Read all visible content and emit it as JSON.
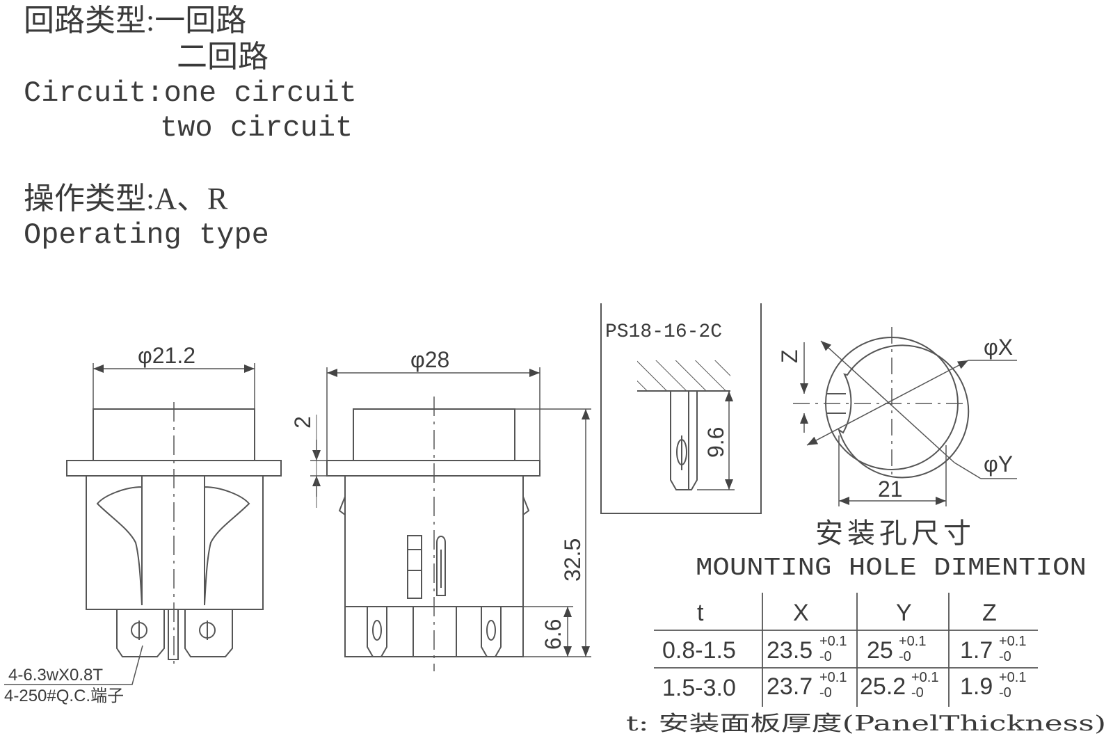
{
  "header": {
    "circuit_type_cn": "回路类型:一回路",
    "circuit_type_cn_2": "二回路",
    "circuit_en": "Circuit:one circuit",
    "circuit_en_2": "two circuit",
    "operating_cn": "操作类型:A、R",
    "operating_en": "Operating type"
  },
  "front_view": {
    "diameter": "φ21.2",
    "terminal_note_1": "4-6.3wX0.8T",
    "terminal_note_2": "4-250#Q.C.端子"
  },
  "side_view": {
    "diameter": "φ28",
    "dim_2": "2",
    "dim_32_5": "32.5",
    "dim_6_6": "6.6"
  },
  "detail_view": {
    "model": "PS18-16-2C",
    "dim_9_6": "9.6"
  },
  "hole_view": {
    "label_z": "Z",
    "label_x": "φX",
    "label_y": "φY",
    "dim_21": "21",
    "title_cn": "安装孔尺寸",
    "title_en": "MOUNTING HOLE DIMENTION"
  },
  "table": {
    "headers": [
      "t",
      "X",
      "Y",
      "Z"
    ],
    "rows": [
      {
        "t": "0.8-1.5",
        "x": "23.5",
        "y": "25",
        "z": "1.7",
        "tol_plus": "+0.1",
        "tol_minus": "-0"
      },
      {
        "t": "1.5-3.0",
        "x": "23.7",
        "y": "25.2",
        "z": "1.9",
        "tol_plus": "+0.1",
        "tol_minus": "-0"
      }
    ],
    "footnote": "t: 安装面板厚度(PanelThickness)"
  }
}
